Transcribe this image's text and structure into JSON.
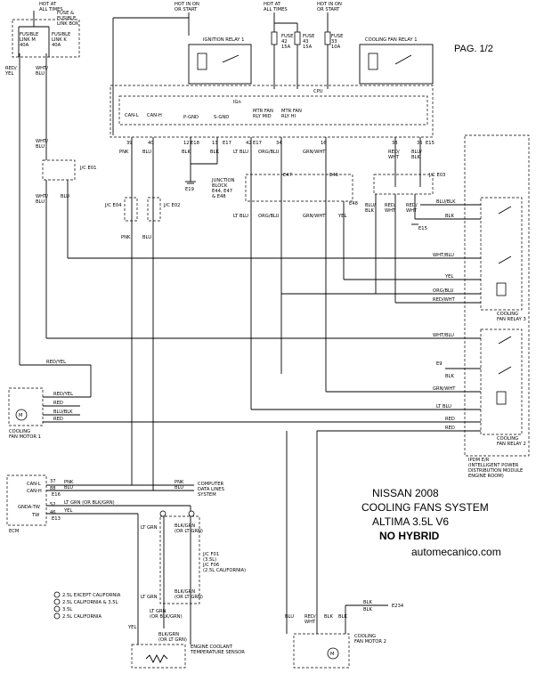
{
  "title": {
    "line1": "NISSAN 2008",
    "line2": "COOLING FANS SYSTEM",
    "line3": "ALTIMA 3.5L V6",
    "line4": "NO HYBRID",
    "website": "automecanico.com",
    "page": "PAG. 1/2"
  },
  "power": {
    "hot_at_all_times_1": "HOT AT\nALL TIMES",
    "hot_at_all_times_2": "HOT AT\nALL TIMES",
    "hot_in_on_start_1": "HOT IN ON\nOR START",
    "hot_in_on_start_2": "HOT IN ON\nOR START",
    "fuse_link_box": "FUSE &\nFUSIBLE\nLINK BOX",
    "fusible_link_m": "FUSIBLE\nLINK M\n40A",
    "fusible_link_k": "FUSIBLE\nLINK K\n40A",
    "fuse_42": "FUSE\n42\n15A",
    "fuse_43": "FUSE\n43\n15A",
    "fuse_33": "FUSE\n33\n10A"
  },
  "relays": {
    "ignition_relay_1": "IGNITION RELAY 1",
    "cooling_fan_relay_1": "COOLING FAN RELAY 1",
    "cooling_fan_relay_3": "COOLING\nFAN RELAY 3",
    "cooling_fan_relay_2": "COOLING\nFAN RELAY 2"
  },
  "ipdm": {
    "cpu": "CPU",
    "ign": "IGn",
    "can_l": "CAN-L",
    "can_h": "CAN-H",
    "p_gnd": "P-GND",
    "s_gnd": "S-GND",
    "mtr_fan_rly_mid": "MTR FAN\nRLY MID",
    "mtr_fan_rly_hi": "MTR FAN\nRLY HI",
    "label": "IPDM E/R\n(INTELLIGENT POWER\nDISTRIBUTION MODULE\nENGINE ROOM)",
    "pins": [
      "39",
      "40",
      "12",
      "13",
      "42",
      "34",
      "16",
      "38",
      "35"
    ],
    "connectors": [
      "E18",
      "E17",
      "E17",
      "E15"
    ]
  },
  "joints": {
    "jc_e01": "J/C E01",
    "jc_e04": "J/C E04",
    "jc_e02": "J/C E02",
    "jc_e03": "J/C E03",
    "junction_block": "JUNCTION\nBLOCK\nE44, E47\n& E48",
    "jc_f01": "J/C F01\n(3.5L)\nJ/C F06\n(2.5L CALIFORNIA)",
    "e47": "E47",
    "e46": "E46",
    "e44": "E44",
    "e48": "E48"
  },
  "grounds": [
    "E19",
    "E15",
    "E9",
    "E234"
  ],
  "wires": {
    "pnk": "PNK",
    "blu": "BLU",
    "blk": "BLK",
    "lt_blu": "LT BLU",
    "org_blu": "ORG/BLU",
    "grn_wht": "GRN/WHT",
    "red_wht": "RED/\nWHT",
    "red_yel": "RED/YEL",
    "wht_blu": "WHT/BLU",
    "yel": "YEL",
    "blu_blk": "BLU/BLK",
    "blu_slash_blk": "BLU/\nBLK",
    "red_slash_wht": "RED/WHT",
    "red": "RED",
    "lt_grn": "LT GRN",
    "lt_grn_or_blk_grn": "LT GRN (OR BLK/GRN)",
    "blk_grn_or_lt_grn": "BLK/GRN\n(OR LT GRN)",
    "lt_grn_or_blk_grn_2": "LT GRN\n(OR BLK/GRN)",
    "red_yel_top": "RED/\nYEL",
    "wht_blu_top": "WHT/\nBLU",
    "wht_blu_mid": "WHT/\nBLU",
    "wht_blu_left": "WHT/\nBLU"
  },
  "components": {
    "cooling_fan_motor_1": "COOLING\nFAN MOTOR 1",
    "cooling_fan_motor_2": "COOLING\nFAN MOTOR 2",
    "ecm": "ECM",
    "ecm_can_l": "CAN-L",
    "ecm_can_h": "CAN-H",
    "ecm_gnda_tw": "GNDA-TW",
    "ecm_tw": "TW",
    "ecm_e16": "E16",
    "ecm_e13": "E13",
    "ecm_pins": [
      "37",
      "88",
      "52",
      "46"
    ],
    "computer_data_lines": "COMPUTER\nDATA LINES\nSYSTEM",
    "engine_coolant_sensor": "ENGINE COOLANT\nTEMPERATURE SENSOR",
    "motor_symbol": "M"
  },
  "legend": {
    "n1": "2.5L EXCEPT CALIFORNIA",
    "n2": "2.5L CALIFORNIA & 3.5L",
    "n3": "3.5L",
    "n4": "2.5L CALIFORNIA"
  }
}
